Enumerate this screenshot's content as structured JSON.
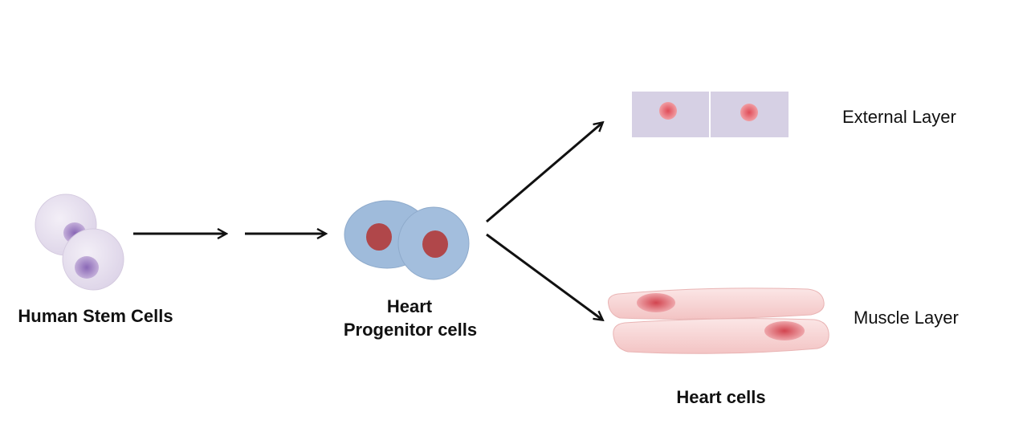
{
  "labels": {
    "stem_cells": "Human Stem Cells",
    "progenitor_line1": "Heart",
    "progenitor_line2": "Progenitor cells",
    "external_layer": "External Layer",
    "muscle_layer": "Muscle Layer",
    "heart_cells": "Heart cells"
  },
  "colors": {
    "stem_cell_fill": "#e6dfee",
    "stem_nucleus": "#9a7dbf",
    "progenitor_fill": "#9fbbdb",
    "progenitor_nucleus": "#b0474a",
    "external_fill": "#d6d0e4",
    "external_nucleus": "#e0606a",
    "muscle_fill": "#f7d3d3",
    "muscle_nucleus": "#d65a63",
    "arrow": "#111111"
  }
}
